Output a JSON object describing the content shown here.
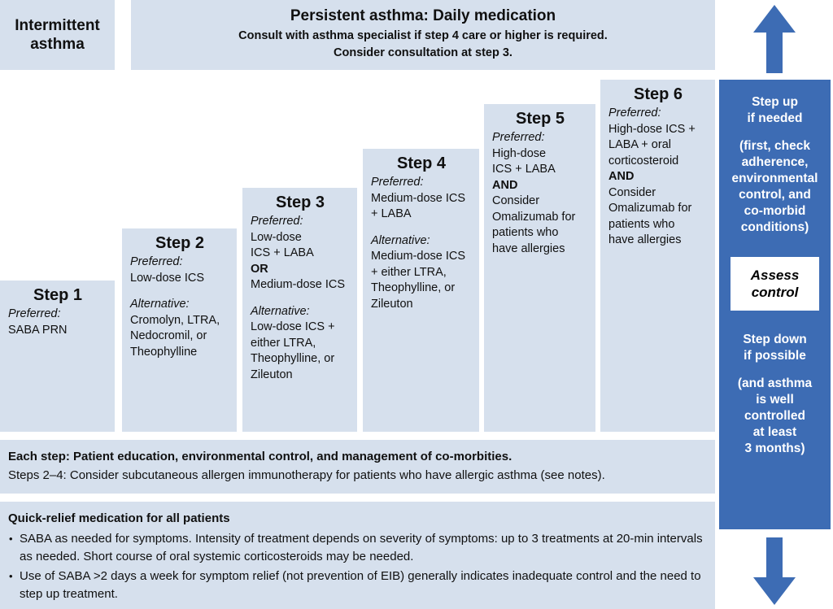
{
  "header": {
    "intermittent_label": "Intermittent\nasthma",
    "persistent_title": "Persistent asthma: Daily medication",
    "persistent_subtitle": "Consult with asthma specialist if step 4 care or higher is required.\nConsider consultation at step 3."
  },
  "steps": [
    {
      "title": "Step 1",
      "preferred_label": "Preferred:",
      "preferred_text": "SABA PRN",
      "conjunction": "",
      "preferred_text2": "",
      "alternative_label": "",
      "alternative_text": ""
    },
    {
      "title": "Step 2",
      "preferred_label": "Preferred:",
      "preferred_text": "Low-dose ICS",
      "conjunction": "",
      "preferred_text2": "",
      "alternative_label": "Alternative:",
      "alternative_text": "Cromolyn, LTRA,\nNedocromil, or\nTheophylline"
    },
    {
      "title": "Step 3",
      "preferred_label": "Preferred:",
      "preferred_text": "Low-dose\nICS + LABA",
      "conjunction": "OR",
      "preferred_text2": "Medium-dose ICS",
      "alternative_label": "Alternative:",
      "alternative_text": "Low-dose ICS +\neither LTRA,\nTheophylline, or\nZileuton"
    },
    {
      "title": "Step 4",
      "preferred_label": "Preferred:",
      "preferred_text": "Medium-dose ICS\n+ LABA",
      "conjunction": "",
      "preferred_text2": "",
      "alternative_label": "Alternative:",
      "alternative_text": "Medium-dose ICS\n+ either LTRA,\nTheophylline, or\nZileuton"
    },
    {
      "title": "Step 5",
      "preferred_label": "Preferred:",
      "preferred_text": "High-dose\nICS + LABA",
      "conjunction": "AND",
      "preferred_text2": "Consider\nOmalizumab for\npatients who\nhave allergies",
      "alternative_label": "",
      "alternative_text": ""
    },
    {
      "title": "Step 6",
      "preferred_label": "Preferred:",
      "preferred_text": "High-dose ICS +\nLABA + oral\ncorticosteroid",
      "conjunction": "AND",
      "preferred_text2": "Consider\nOmalizumab for\npatients who\nhave allergies",
      "alternative_label": "",
      "alternative_text": ""
    }
  ],
  "right_panel": {
    "step_up": "Step up\nif needed",
    "step_up_note": "(first, check\nadherence,\nenvironmental\ncontrol, and\nco-morbid\nconditions)",
    "assess_control": "Assess\ncontrol",
    "step_down": "Step down\nif possible",
    "step_down_note": "(and asthma\nis well\ncontrolled\nat least\n3 months)"
  },
  "arrows": {
    "up_icon": "arrow-up-icon",
    "down_icon": "arrow-down-icon"
  },
  "band_each_step": {
    "line1": "Each step: Patient education, environmental control, and management of co-morbities.",
    "line2": "Steps 2–4: Consider subcutaneous allergen immunotherapy for patients who have allergic asthma (see notes)."
  },
  "band_quick_relief": {
    "title": "Quick-relief medication for all patients",
    "bullets": [
      "SABA as needed for symptoms. Intensity of treatment depends on severity of symptoms: up to 3 treatments at 20-min intervals as needed. Short course of oral systemic corticosteroids may be needed.",
      "Use of SABA >2 days a week for symptom relief (not prevention of EIB) generally indicates inadequate control and the need to step up treatment."
    ]
  },
  "colors": {
    "box_fill": "#d6e0ed",
    "panel_blue": "#3d6cb4",
    "arrow_blue": "#3d6cb4",
    "text": "#101010",
    "panel_text": "#ffffff"
  }
}
